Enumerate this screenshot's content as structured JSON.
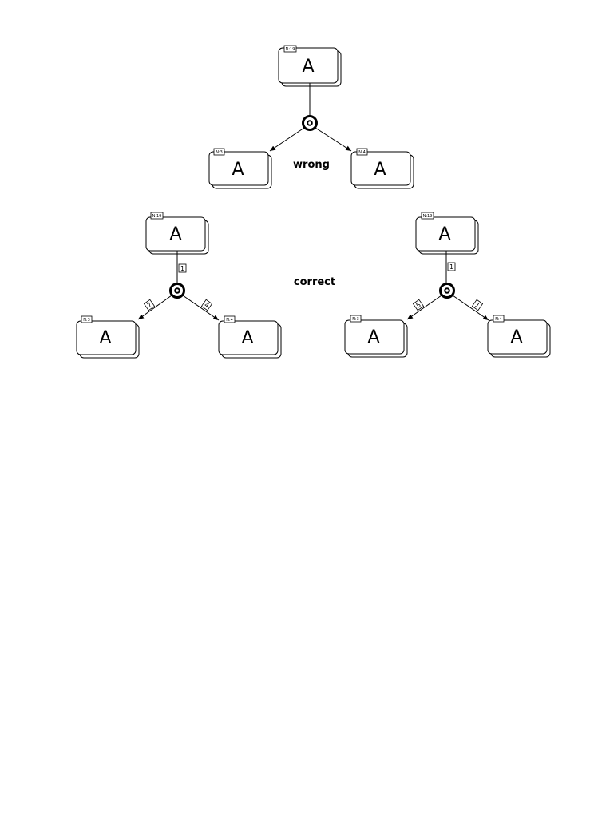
{
  "labels": {
    "wrong": "wrong",
    "correct": "correct"
  },
  "diagrams": [
    {
      "id": "wrong",
      "parent": {
        "label": "A",
        "tag": "N:19"
      },
      "children": [
        {
          "label": "A",
          "tag": "N:3"
        },
        {
          "label": "A",
          "tag": "N:4"
        }
      ]
    },
    {
      "id": "correct-left",
      "parent": {
        "label": "A",
        "tag": "N:19"
      },
      "parent_multiplicity": "1",
      "children": [
        {
          "label": "A",
          "tag": "N:3",
          "multiplicity": "7"
        },
        {
          "label": "A",
          "tag": "N:4",
          "multiplicity": "4"
        }
      ]
    },
    {
      "id": "correct-right",
      "parent": {
        "label": "A",
        "tag": "N:19"
      },
      "parent_multiplicity": "1",
      "children": [
        {
          "label": "A",
          "tag": "N:3",
          "multiplicity": "5"
        },
        {
          "label": "A",
          "tag": "N:4",
          "multiplicity": "1"
        }
      ]
    }
  ]
}
